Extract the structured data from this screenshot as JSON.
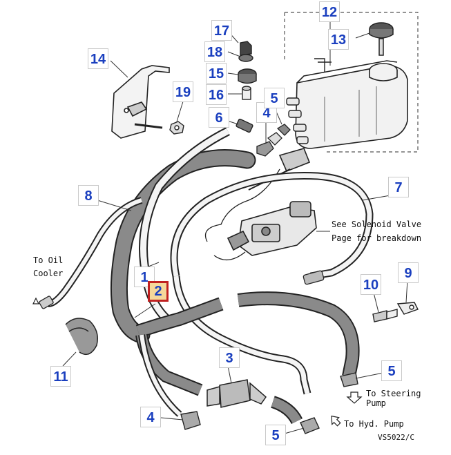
{
  "callouts": {
    "c1": "1",
    "c2": "2",
    "c3": "3",
    "c4a": "4",
    "c4b": "4",
    "c5a": "5",
    "c5b": "5",
    "c5c": "5",
    "c6": "6",
    "c7": "7",
    "c8": "8",
    "c9": "9",
    "c10": "10",
    "c11": "11",
    "c12": "12",
    "c13": "13",
    "c14": "14",
    "c15": "15",
    "c16": "16",
    "c17": "17",
    "c18": "18",
    "c19": "19"
  },
  "selected_callout": "2",
  "notes": {
    "oil_cooler_line1": "To Oil",
    "oil_cooler_line2": "Cooler",
    "solenoid_line1": "See Solenoid Valve",
    "solenoid_line2": "Page for breakdown",
    "steering_line1": "To Steering",
    "steering_line2": "Pump",
    "hyd_pump": "To Hyd. Pump",
    "drawing_code": "VS5022/C"
  },
  "colors": {
    "callout_text": "#1a3fbf",
    "highlight_border": "#c02020",
    "highlight_fill": "#f5d79a"
  }
}
